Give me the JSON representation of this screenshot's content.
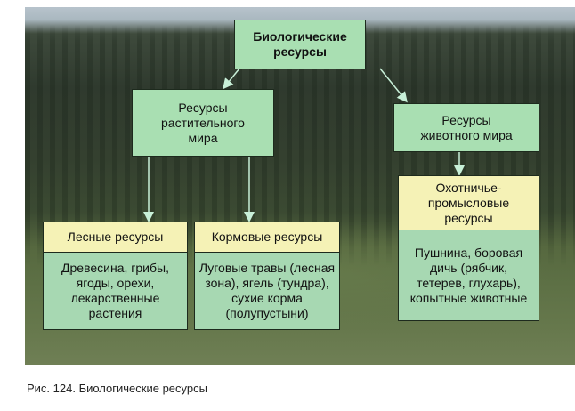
{
  "diagram": {
    "root": "Биологические ресурсы",
    "plant": "Ресурсы растительного мира",
    "animal": "Ресурсы животного мира",
    "forest": {
      "title": "Лесные ресурсы",
      "body": "Древесина, грибы, ягоды, орехи, лекарственные растения"
    },
    "feed": {
      "title": "Кормовые ресурсы",
      "body": "Луговые травы (лесная зона), ягель (тундра), сухие корма (полупустыни)"
    },
    "hunting": {
      "title": "Охотничье-промысловые ресурсы",
      "body": "Пушнина, боровая дичь (рябчик, тетерев, глухарь), копытные животные"
    },
    "colors": {
      "green": "#a9dfb2",
      "yellow": "#f5f2b6",
      "arrow": "#c8f0d8"
    }
  },
  "caption": "Рис. 124. Биологические ресурсы"
}
